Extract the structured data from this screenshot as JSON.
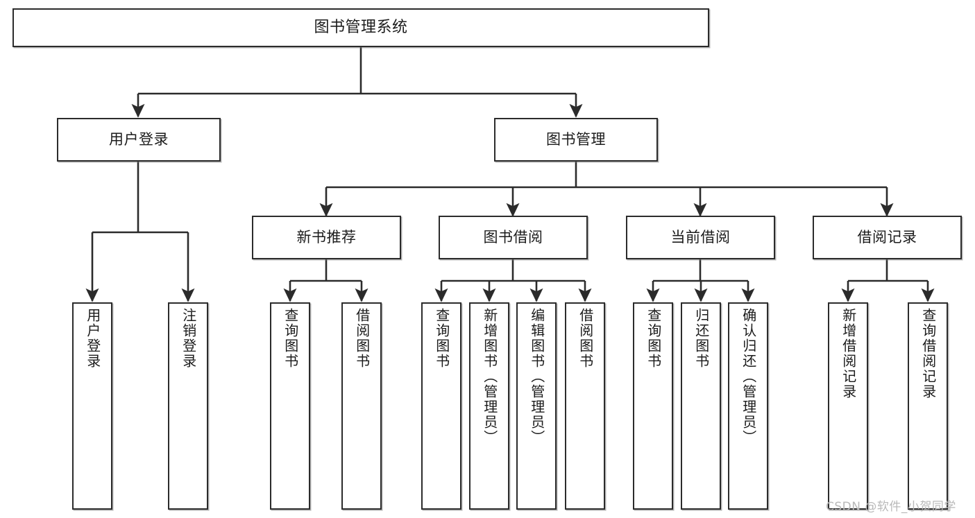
{
  "diagram": {
    "title": "图书管理系统",
    "type": "functional-structure-tree",
    "watermark": "CSDN @软件_小贺同学",
    "colors": {
      "background": "#ffffff",
      "node_border": "#2b2b2b",
      "node_fill": "#ffffff",
      "text": "#1b1b1b",
      "edge": "#2b2b2b",
      "watermark": "#b9b9b9"
    },
    "nodes": {
      "root": {
        "label": "图书管理系统"
      },
      "level2": [
        {
          "id": "user-login",
          "label": "用户登录"
        },
        {
          "id": "book-manage",
          "label": "图书管理"
        }
      ],
      "level3": [
        {
          "id": "new-book-recommend",
          "label": "新书推荐"
        },
        {
          "id": "book-borrow",
          "label": "图书借阅"
        },
        {
          "id": "current-borrow",
          "label": "当前借阅"
        },
        {
          "id": "borrow-record",
          "label": "借阅记录"
        }
      ],
      "leaves": {
        "user-login": [
          {
            "id": "leaf-user-login",
            "label": "用户登录"
          },
          {
            "id": "leaf-user-logout",
            "label": "注销登录"
          }
        ],
        "new-book-recommend": [
          {
            "id": "leaf-query-book-1",
            "label": "查询图书"
          },
          {
            "id": "leaf-borrow-book-1",
            "label": "借阅图书"
          }
        ],
        "book-borrow": [
          {
            "id": "leaf-query-book-2",
            "label": "查询图书"
          },
          {
            "id": "leaf-add-book",
            "label": "新增图书（管理员）"
          },
          {
            "id": "leaf-edit-book",
            "label": "编辑图书（管理员）"
          },
          {
            "id": "leaf-borrow-book-2",
            "label": "借阅图书"
          }
        ],
        "current-borrow": [
          {
            "id": "leaf-query-book-3",
            "label": "查询图书"
          },
          {
            "id": "leaf-return-book",
            "label": "归还图书"
          },
          {
            "id": "leaf-confirm-return",
            "label": "确认归还（管理员）"
          }
        ],
        "borrow-record": [
          {
            "id": "leaf-add-record",
            "label": "新增借阅记录"
          },
          {
            "id": "leaf-query-record",
            "label": "查询借阅记录"
          }
        ]
      }
    }
  }
}
